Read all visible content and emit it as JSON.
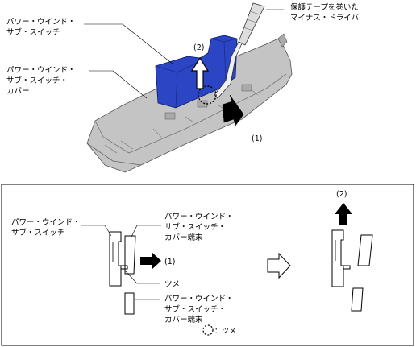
{
  "top": {
    "label_switch": [
      "パワー・ウインド・",
      "サブ・スイッチ"
    ],
    "label_cover": [
      "パワー・ウインド・",
      "サブ・スイッチ・",
      "カバー"
    ],
    "label_tool": [
      "保護テープを巻いた",
      "マイナス・ドライバ"
    ],
    "step_up": "(2)",
    "step_push": "(1)"
  },
  "detail": {
    "label_switch": [
      "パワー・ウインド・",
      "サブ・スイッチ"
    ],
    "label_cover_upper": [
      "パワー・ウインド・",
      "サブ・スイッチ・",
      "カバー端末"
    ],
    "label_claw": "ツメ",
    "label_cover_lower": [
      "パワー・ウインド・",
      "サブ・スイッチ・",
      "カバー端末"
    ],
    "step_push": "(1)",
    "step_up": "(2)",
    "legend_text": "：ツメ"
  },
  "colors": {
    "switch_blue": "#2b45c4",
    "switch_blue_dark": "#1a2d8a",
    "cover_gray": "#b8b8b8",
    "cover_gray_dark": "#8a8a8a"
  }
}
